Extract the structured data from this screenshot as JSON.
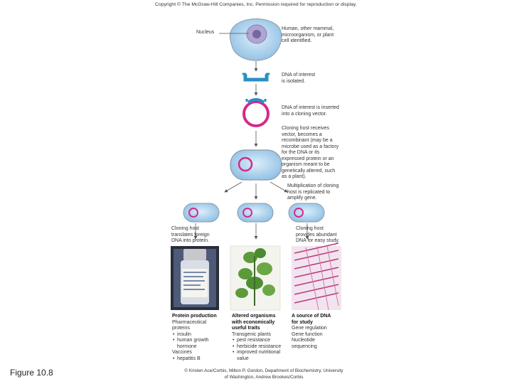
{
  "copyright": "Copyright © The McGraw-Hill Companies, Inc. Permission required for reproduction or display.",
  "figure_label": "Figure 10.8",
  "steps": {
    "nucleus_label": "Nucleus",
    "source_cell": [
      "Human, other mammal,",
      "microorganism, or plant",
      "cell identified."
    ],
    "dna_isolated": [
      "DNA of interest",
      "is isolated."
    ],
    "dna_inserted": [
      "DNA of interest is inserted",
      "into a cloning vector."
    ],
    "host_receives": [
      "Cloning host receives",
      "vector, becomes a",
      "recombinant (may be a",
      "microbe used as a factory",
      "for the DNA or its",
      "expressed protein or an",
      "organism meant to be",
      "genetically altered, such",
      "as a plant)."
    ],
    "multiplication": [
      "Multiplication of cloning",
      "host is replicated to",
      "amplify gene."
    ],
    "translates": [
      "Cloning host",
      "translates foreign",
      "DNA into protein."
    ],
    "provides_dna": [
      "Cloning host",
      "provides abundant",
      "DNA for easy study."
    ]
  },
  "outcomes": {
    "protein": {
      "title": "Protein production",
      "lines": [
        "Pharmaceutical",
        "proteins"
      ],
      "items": [
        "insulin",
        "human growth hormone"
      ],
      "sub_title": "Vaccines",
      "sub_items": [
        "hepatitis B"
      ]
    },
    "altered": {
      "title": [
        "Altered organisms",
        "with economically",
        "useful traits"
      ],
      "lines": [
        "Transgenic plants"
      ],
      "items": [
        "pest resistance",
        "herbicide resistance",
        "improved nutritional value"
      ]
    },
    "source": {
      "title": [
        "A source of DNA",
        "for study"
      ],
      "lines": [
        "Gene regulation",
        "Gene function",
        "Nucleotide",
        "sequencing"
      ]
    }
  },
  "credits": [
    "© Kristen Ace/Corbis, Milton P. Gordon, Department of Biochemistry, University",
    "of Washington, Andrew Brookes/Corbis"
  ],
  "colors": {
    "cell_fill": "#b9d7ee",
    "cell_stroke": "#8a9aa8",
    "nucleus": "#b0a4d0",
    "dna": "#2a8fc4",
    "plasmid": "#d42a8a",
    "arrow": "#555555"
  }
}
